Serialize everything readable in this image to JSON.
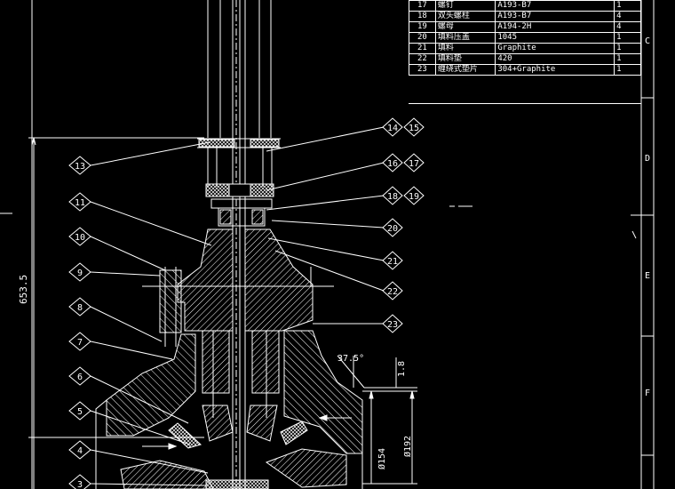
{
  "bom": {
    "rows": [
      {
        "no": "17",
        "name": "螺钉",
        "material": "A193-B7",
        "qty": "1"
      },
      {
        "no": "18",
        "name": "双头螺柱",
        "material": "A193-B7",
        "qty": "4"
      },
      {
        "no": "19",
        "name": "螺母",
        "material": "A194-2H",
        "qty": "4"
      },
      {
        "no": "20",
        "name": "填料压盖",
        "material": "1045",
        "qty": "1"
      },
      {
        "no": "21",
        "name": "填料",
        "material": "Graphite",
        "qty": "1"
      },
      {
        "no": "22",
        "name": "填料垫",
        "material": "420",
        "qty": "1"
      },
      {
        "no": "23",
        "name": "缠绕式垫片",
        "material": "304+Graphite",
        "qty": "1"
      }
    ]
  },
  "frame": {
    "zone_labels": [
      "C",
      "D",
      "E",
      "F"
    ]
  },
  "callouts": {
    "left": [
      "13",
      "11",
      "10",
      "9",
      "8",
      "7",
      "6",
      "5",
      "4",
      "3"
    ],
    "right": [
      "14",
      "15",
      "16",
      "17",
      "18",
      "19",
      "20",
      "21",
      "22",
      "23"
    ]
  },
  "dimensions": {
    "overall_height": "653.5",
    "angle": "37.5°",
    "small": "1.8",
    "dia_inner": "Ø154",
    "dia_outer": "Ø192"
  },
  "colors": {
    "background": "#000000",
    "lines": "#ffffff",
    "hatch": "#ffffff"
  }
}
